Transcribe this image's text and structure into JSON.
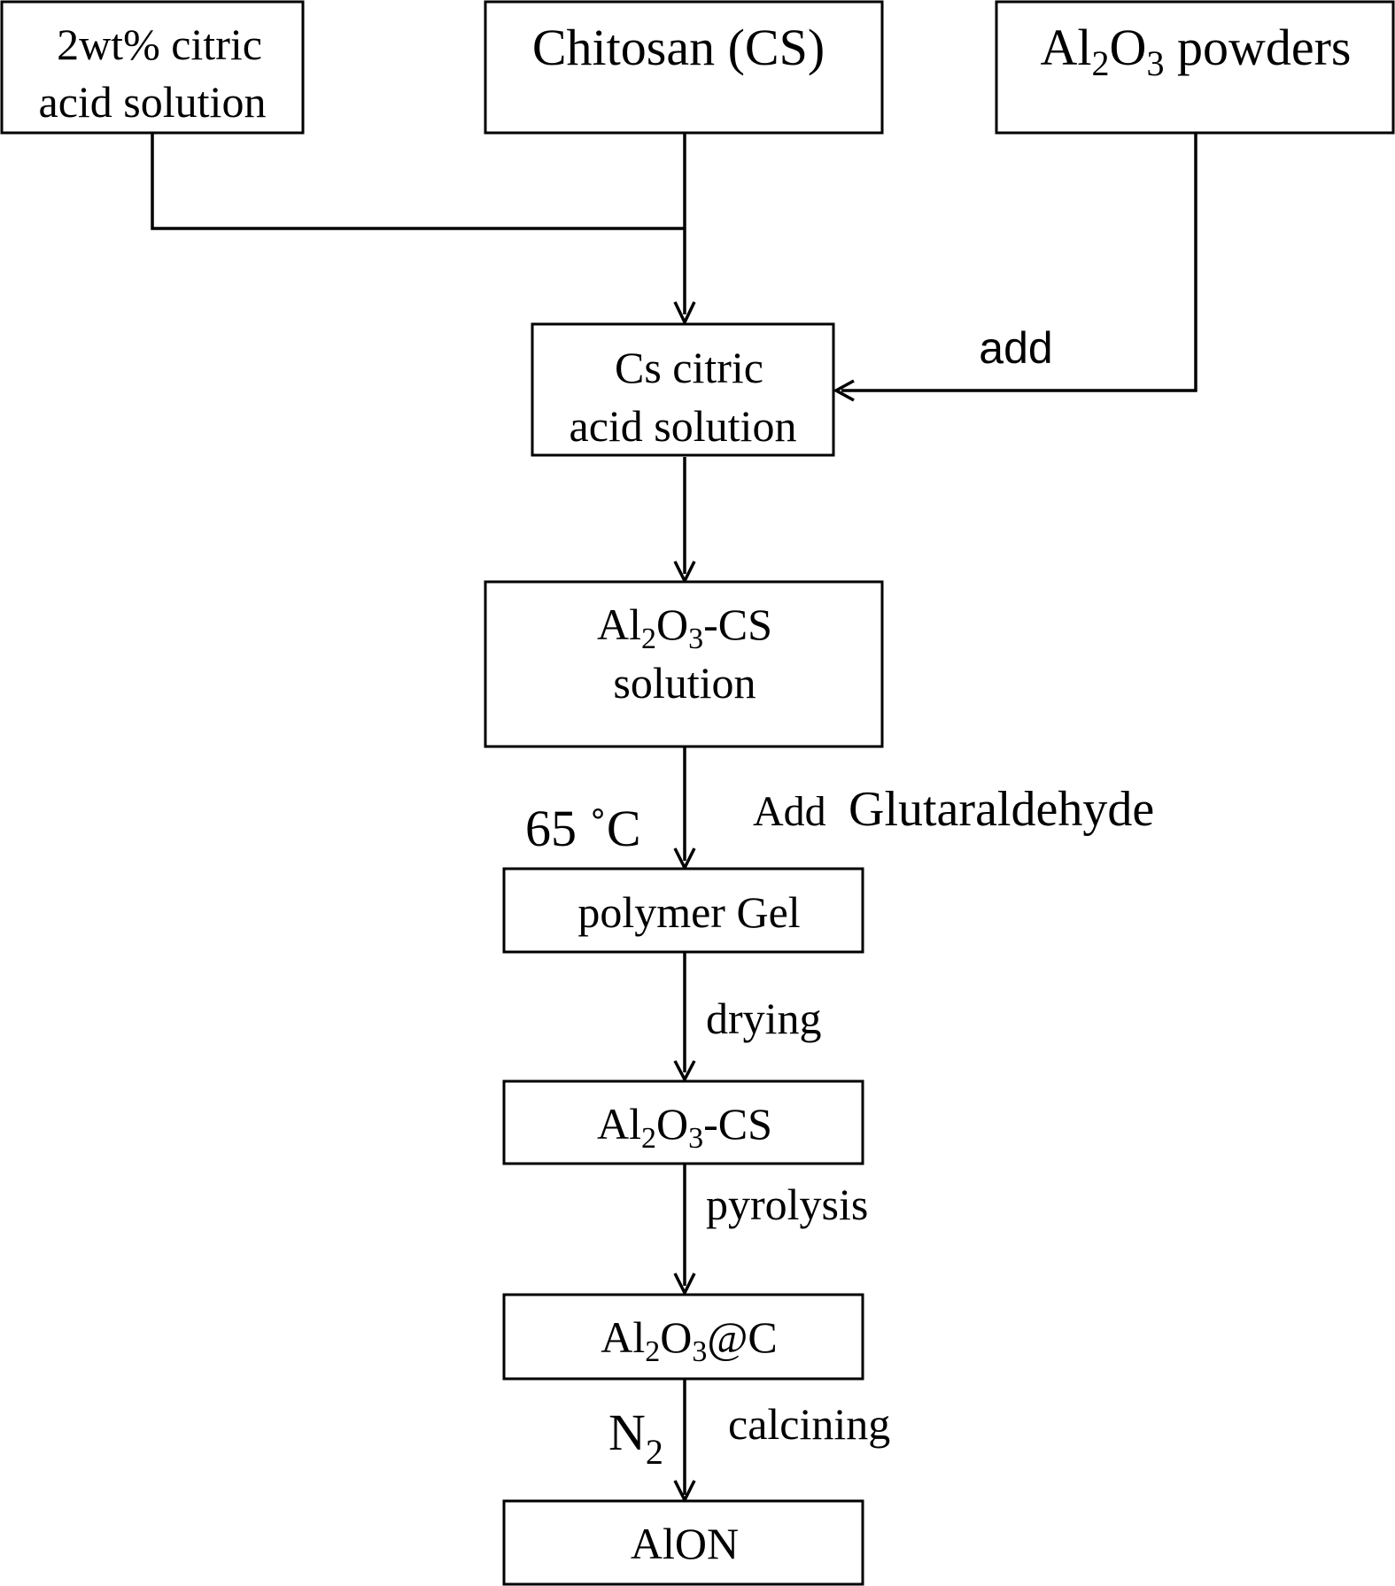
{
  "nodes": {
    "citric": {
      "line1": "2wt% citric",
      "line2": "acid solution"
    },
    "chitosan": {
      "label": "Chitosan (CS)"
    },
    "alumina": {
      "al": "Al",
      "sub1": "2",
      "o": "O",
      "sub2": "3",
      "rest": " powders"
    },
    "cs_citric": {
      "line1": "Cs citric",
      "line2": "acid solution"
    },
    "al2o3_cs_solution": {
      "al": "Al",
      "sub1": "2",
      "o": "O",
      "sub2": "3",
      "rest": "-CS",
      "line2": "solution"
    },
    "polymer_gel": {
      "label": "polymer Gel"
    },
    "al2o3_cs": {
      "al": "Al",
      "sub1": "2",
      "o": "O",
      "sub2": "3",
      "rest": "-CS"
    },
    "al2o3_c": {
      "al": "Al",
      "sub1": "2",
      "o": "O",
      "sub2": "3",
      "rest": "@C"
    },
    "alon": {
      "label": "AlON"
    }
  },
  "edge_labels": {
    "add": "add",
    "temp": "65 ˚C",
    "add_word": "Add",
    "glutaraldehyde": "Glutaraldehyde",
    "drying": "drying",
    "pyrolysis": "pyrolysis",
    "n2_n": "N",
    "n2_sub": "2",
    "calcining": "calcining"
  },
  "colors": {
    "stroke": "#000000",
    "background": "#ffffff"
  }
}
